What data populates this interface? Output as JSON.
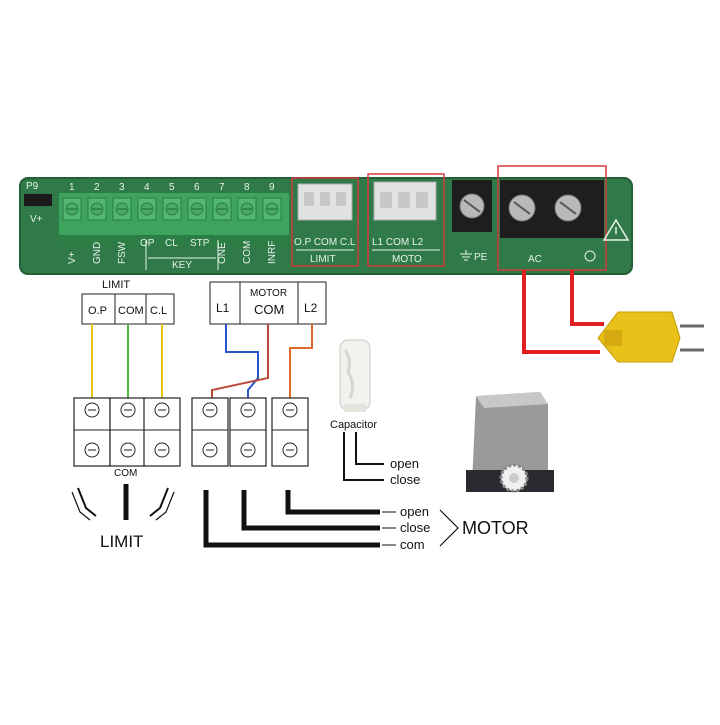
{
  "board": {
    "p9_label": "P9",
    "v_plus_side": "V+",
    "terminals": [
      "V+",
      "GND",
      "FSW",
      "OP",
      "CL",
      "STP",
      "ONE",
      "COM",
      "INRF"
    ],
    "pin_numbers": [
      "1",
      "2",
      "3",
      "4",
      "5",
      "6",
      "7",
      "8",
      "9"
    ],
    "key_label": "KEY",
    "limit_header": "O.P COM C.L",
    "limit_label": "LIMIT",
    "moto_header": "L1 COM L2",
    "moto_label": "MOTO",
    "pe_label": "PE",
    "ac_label": "AC",
    "colors": {
      "pcb": "#2f7a48",
      "terminal": "#3ea35c",
      "highlight": "#d23b3b"
    }
  },
  "limit_box": {
    "title": "LIMIT",
    "cells": [
      "O.P",
      "COM",
      "C.L"
    ]
  },
  "motor_box": {
    "cells": [
      "L1",
      "MOTOR\nCOM",
      "L2"
    ]
  },
  "wires": {
    "limit_op": "#e8c21a",
    "limit_com": "#4db848",
    "limit_cl": "#e8c21a",
    "motor_l1": "#2a55c8",
    "motor_com": "#b84a3a",
    "motor_l2": "#e06a2a",
    "ac_power": "#e02020"
  },
  "terminal_block": {
    "com_label": "COM"
  },
  "limit_switch_label": "LIMIT",
  "capacitor": {
    "label": "Capacitor",
    "open_label": "open",
    "close_label": "close"
  },
  "motor_wires": {
    "open_label": "open",
    "close_label": "close",
    "com_label": "com",
    "title": "MOTOR"
  },
  "icons": [
    "warning-icon",
    "screw-icon",
    "ground-icon",
    "plug-icon",
    "gear-icon"
  ]
}
